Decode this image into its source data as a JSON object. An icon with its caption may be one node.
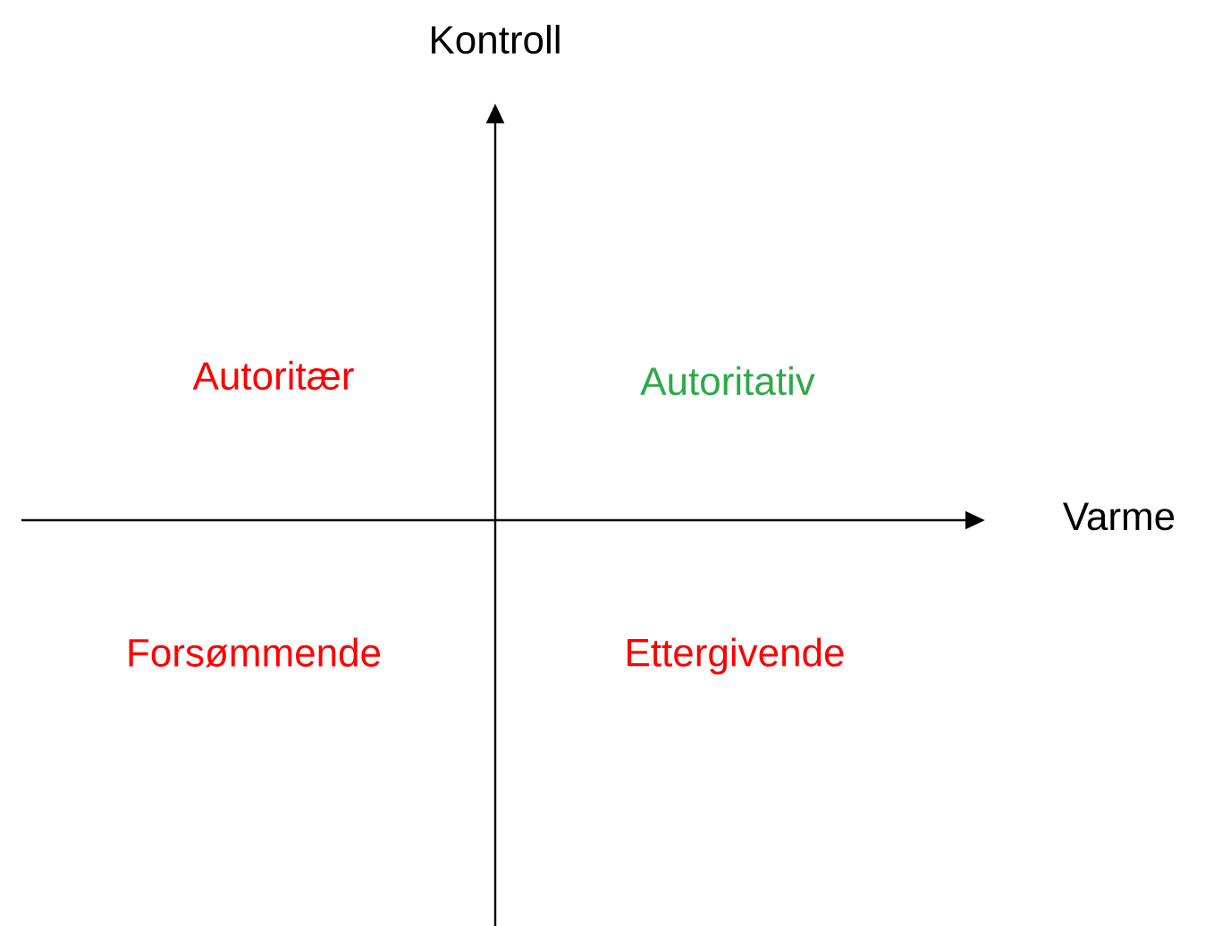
{
  "diagram": {
    "labels": [
      "Kontroll",
      "Varme",
      "Autoritær",
      "Autoritativ",
      "Forsømmende",
      "Ettergivende"
    ]
  }
}
